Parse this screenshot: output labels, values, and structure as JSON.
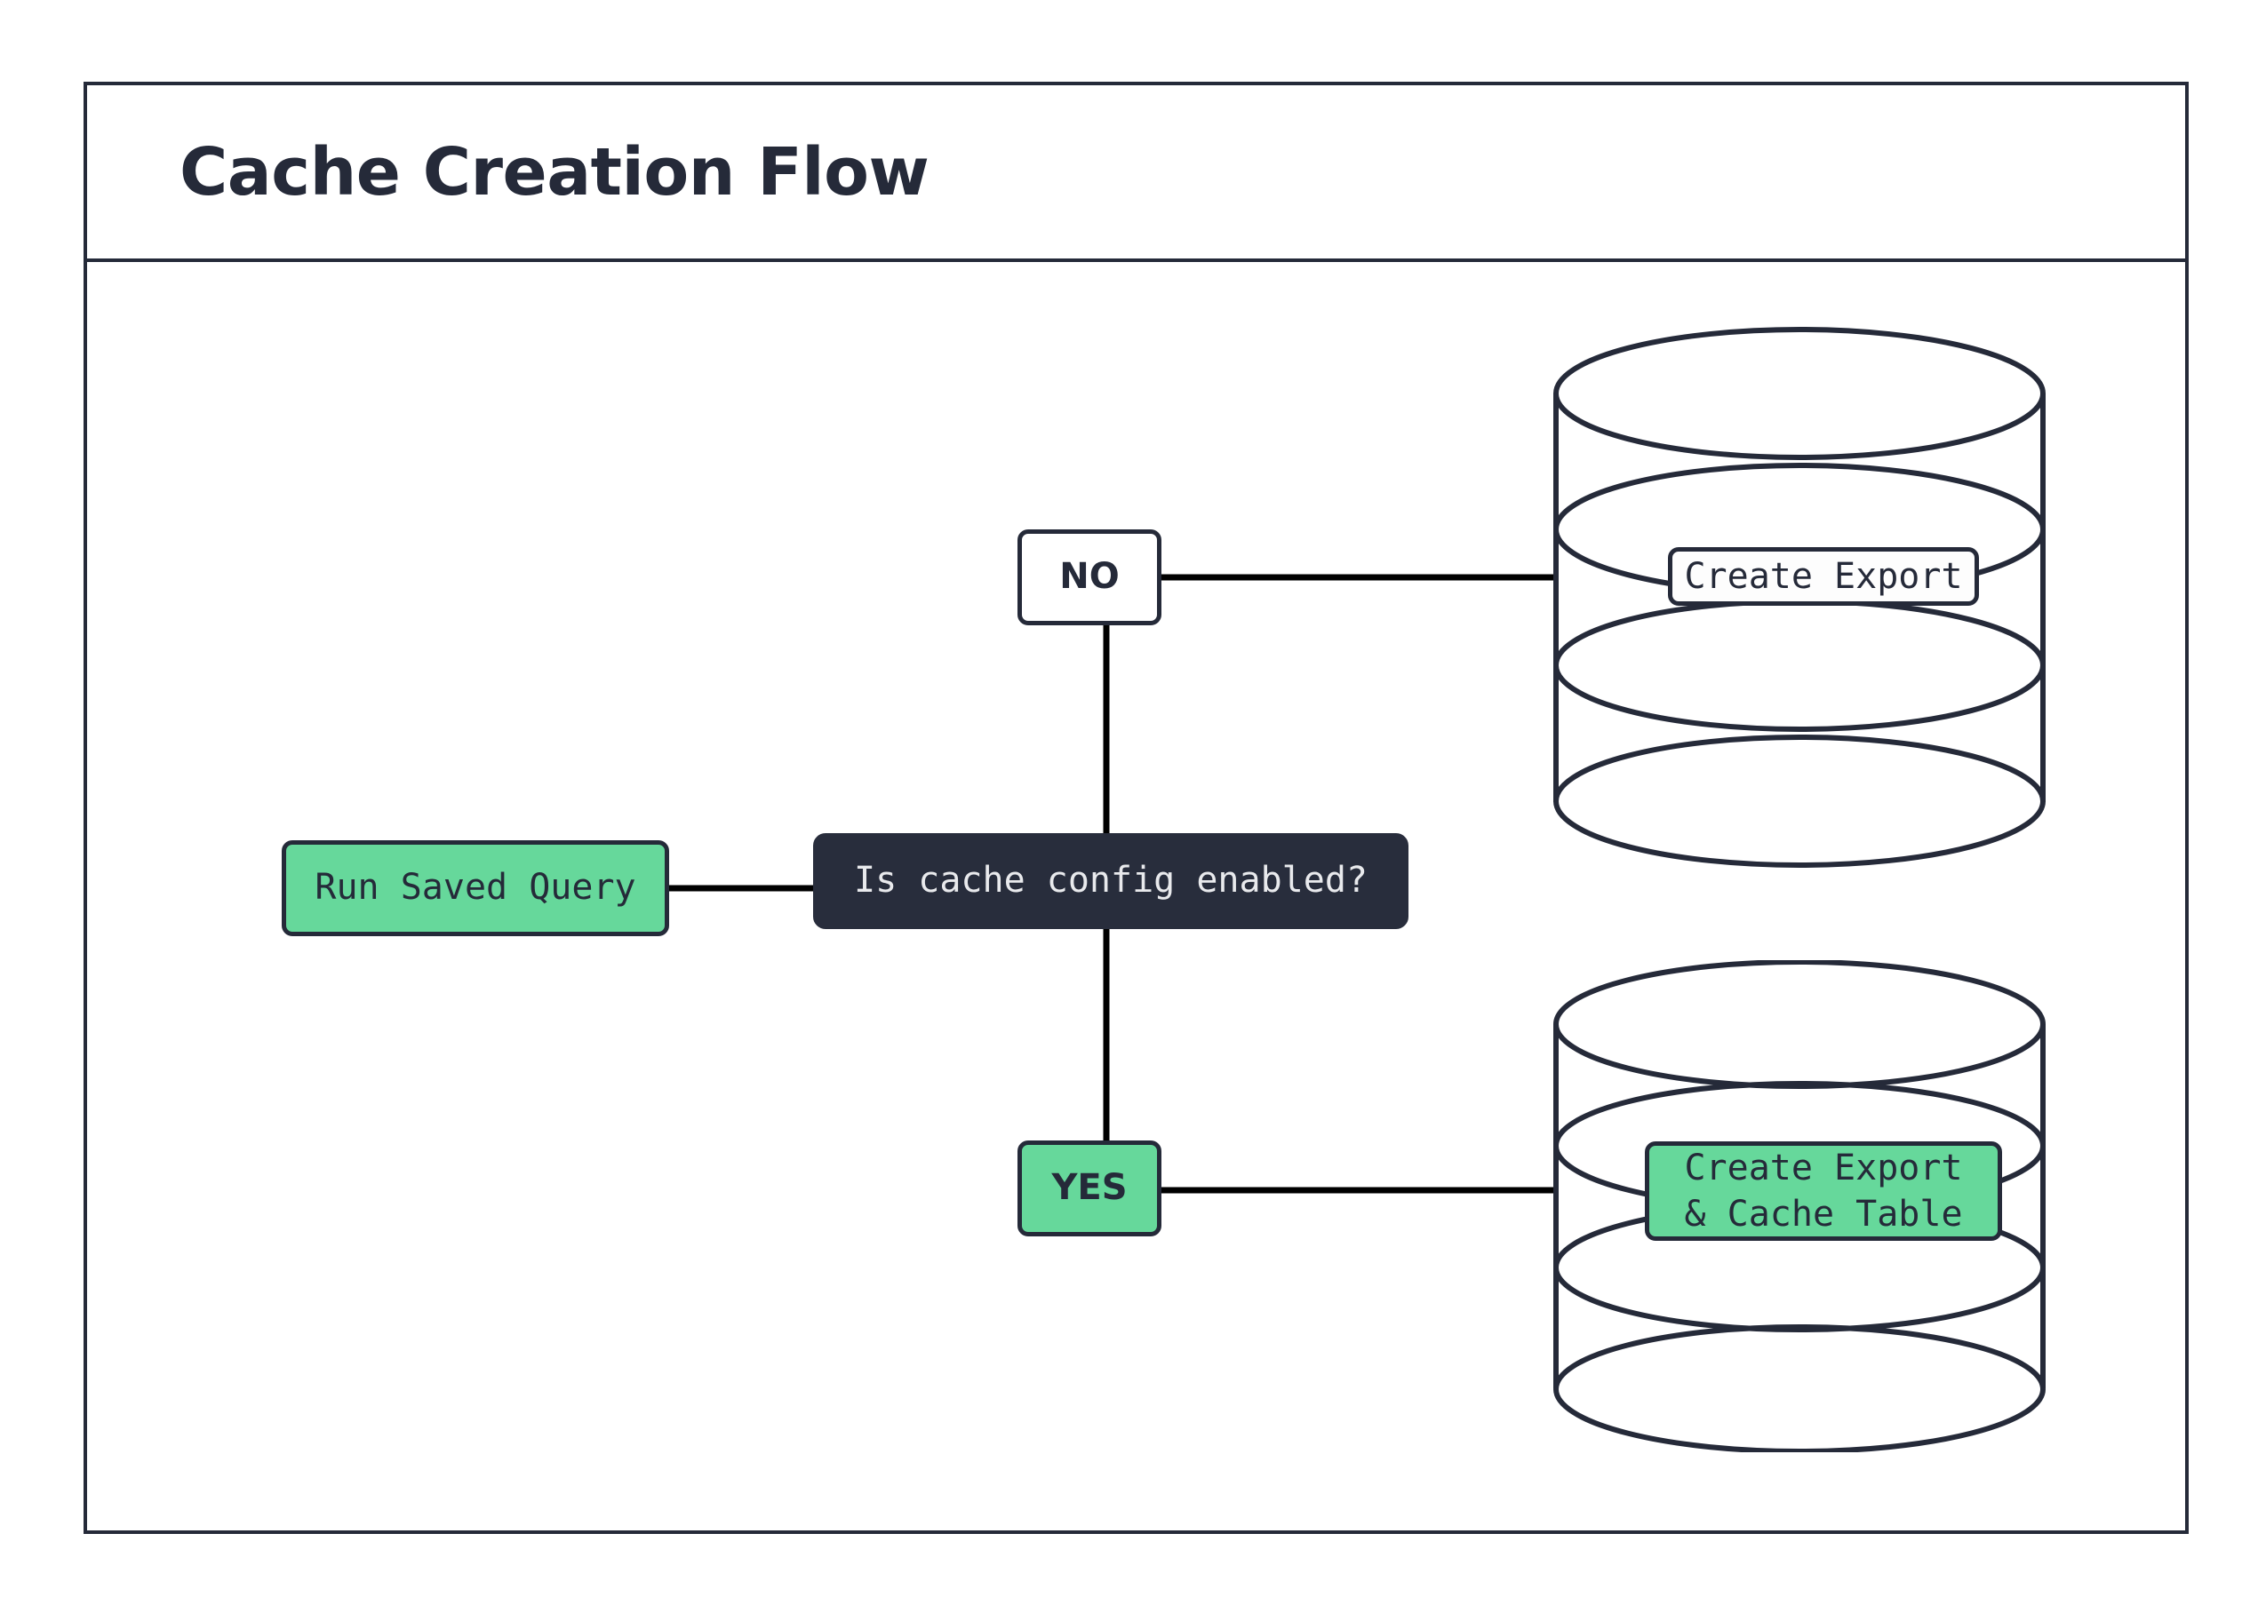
{
  "frame": {
    "title": "Cache Creation Flow"
  },
  "colors": {
    "ink": "#252a39",
    "decision_fill": "#282d3c",
    "decision_text": "#e9eaed",
    "accent_green": "#66d89b",
    "canvas": "#ffffff"
  },
  "nodes": {
    "run_saved_query": {
      "label": "Run Saved Query",
      "shape": "rounded-rect",
      "fill": "#66d89b"
    },
    "decision": {
      "label": "Is cache config enabled?",
      "shape": "rounded-rect",
      "fill": "#282d3c"
    },
    "branch_no": {
      "label": "NO",
      "shape": "rounded-rect",
      "fill": "#ffffff"
    },
    "branch_yes": {
      "label": "YES",
      "shape": "rounded-rect",
      "fill": "#66d89b"
    },
    "database_top": {
      "label": "Create Export",
      "shape": "cylinder",
      "fill": "#fdfdfd"
    },
    "database_bottom": {
      "label": "Create Export\n& Cache Table",
      "shape": "cylinder",
      "fill": "#66d89b"
    }
  },
  "edges": [
    {
      "from": "run_saved_query",
      "to": "decision",
      "label": ""
    },
    {
      "from": "decision",
      "to": "branch_no",
      "label": ""
    },
    {
      "from": "decision",
      "to": "branch_yes",
      "label": ""
    },
    {
      "from": "branch_no",
      "to": "database_top",
      "label": ""
    },
    {
      "from": "branch_yes",
      "to": "database_bottom",
      "label": ""
    }
  ],
  "icons": {
    "database_top": "database-cylinder-icon",
    "database_bottom": "database-cylinder-icon"
  }
}
